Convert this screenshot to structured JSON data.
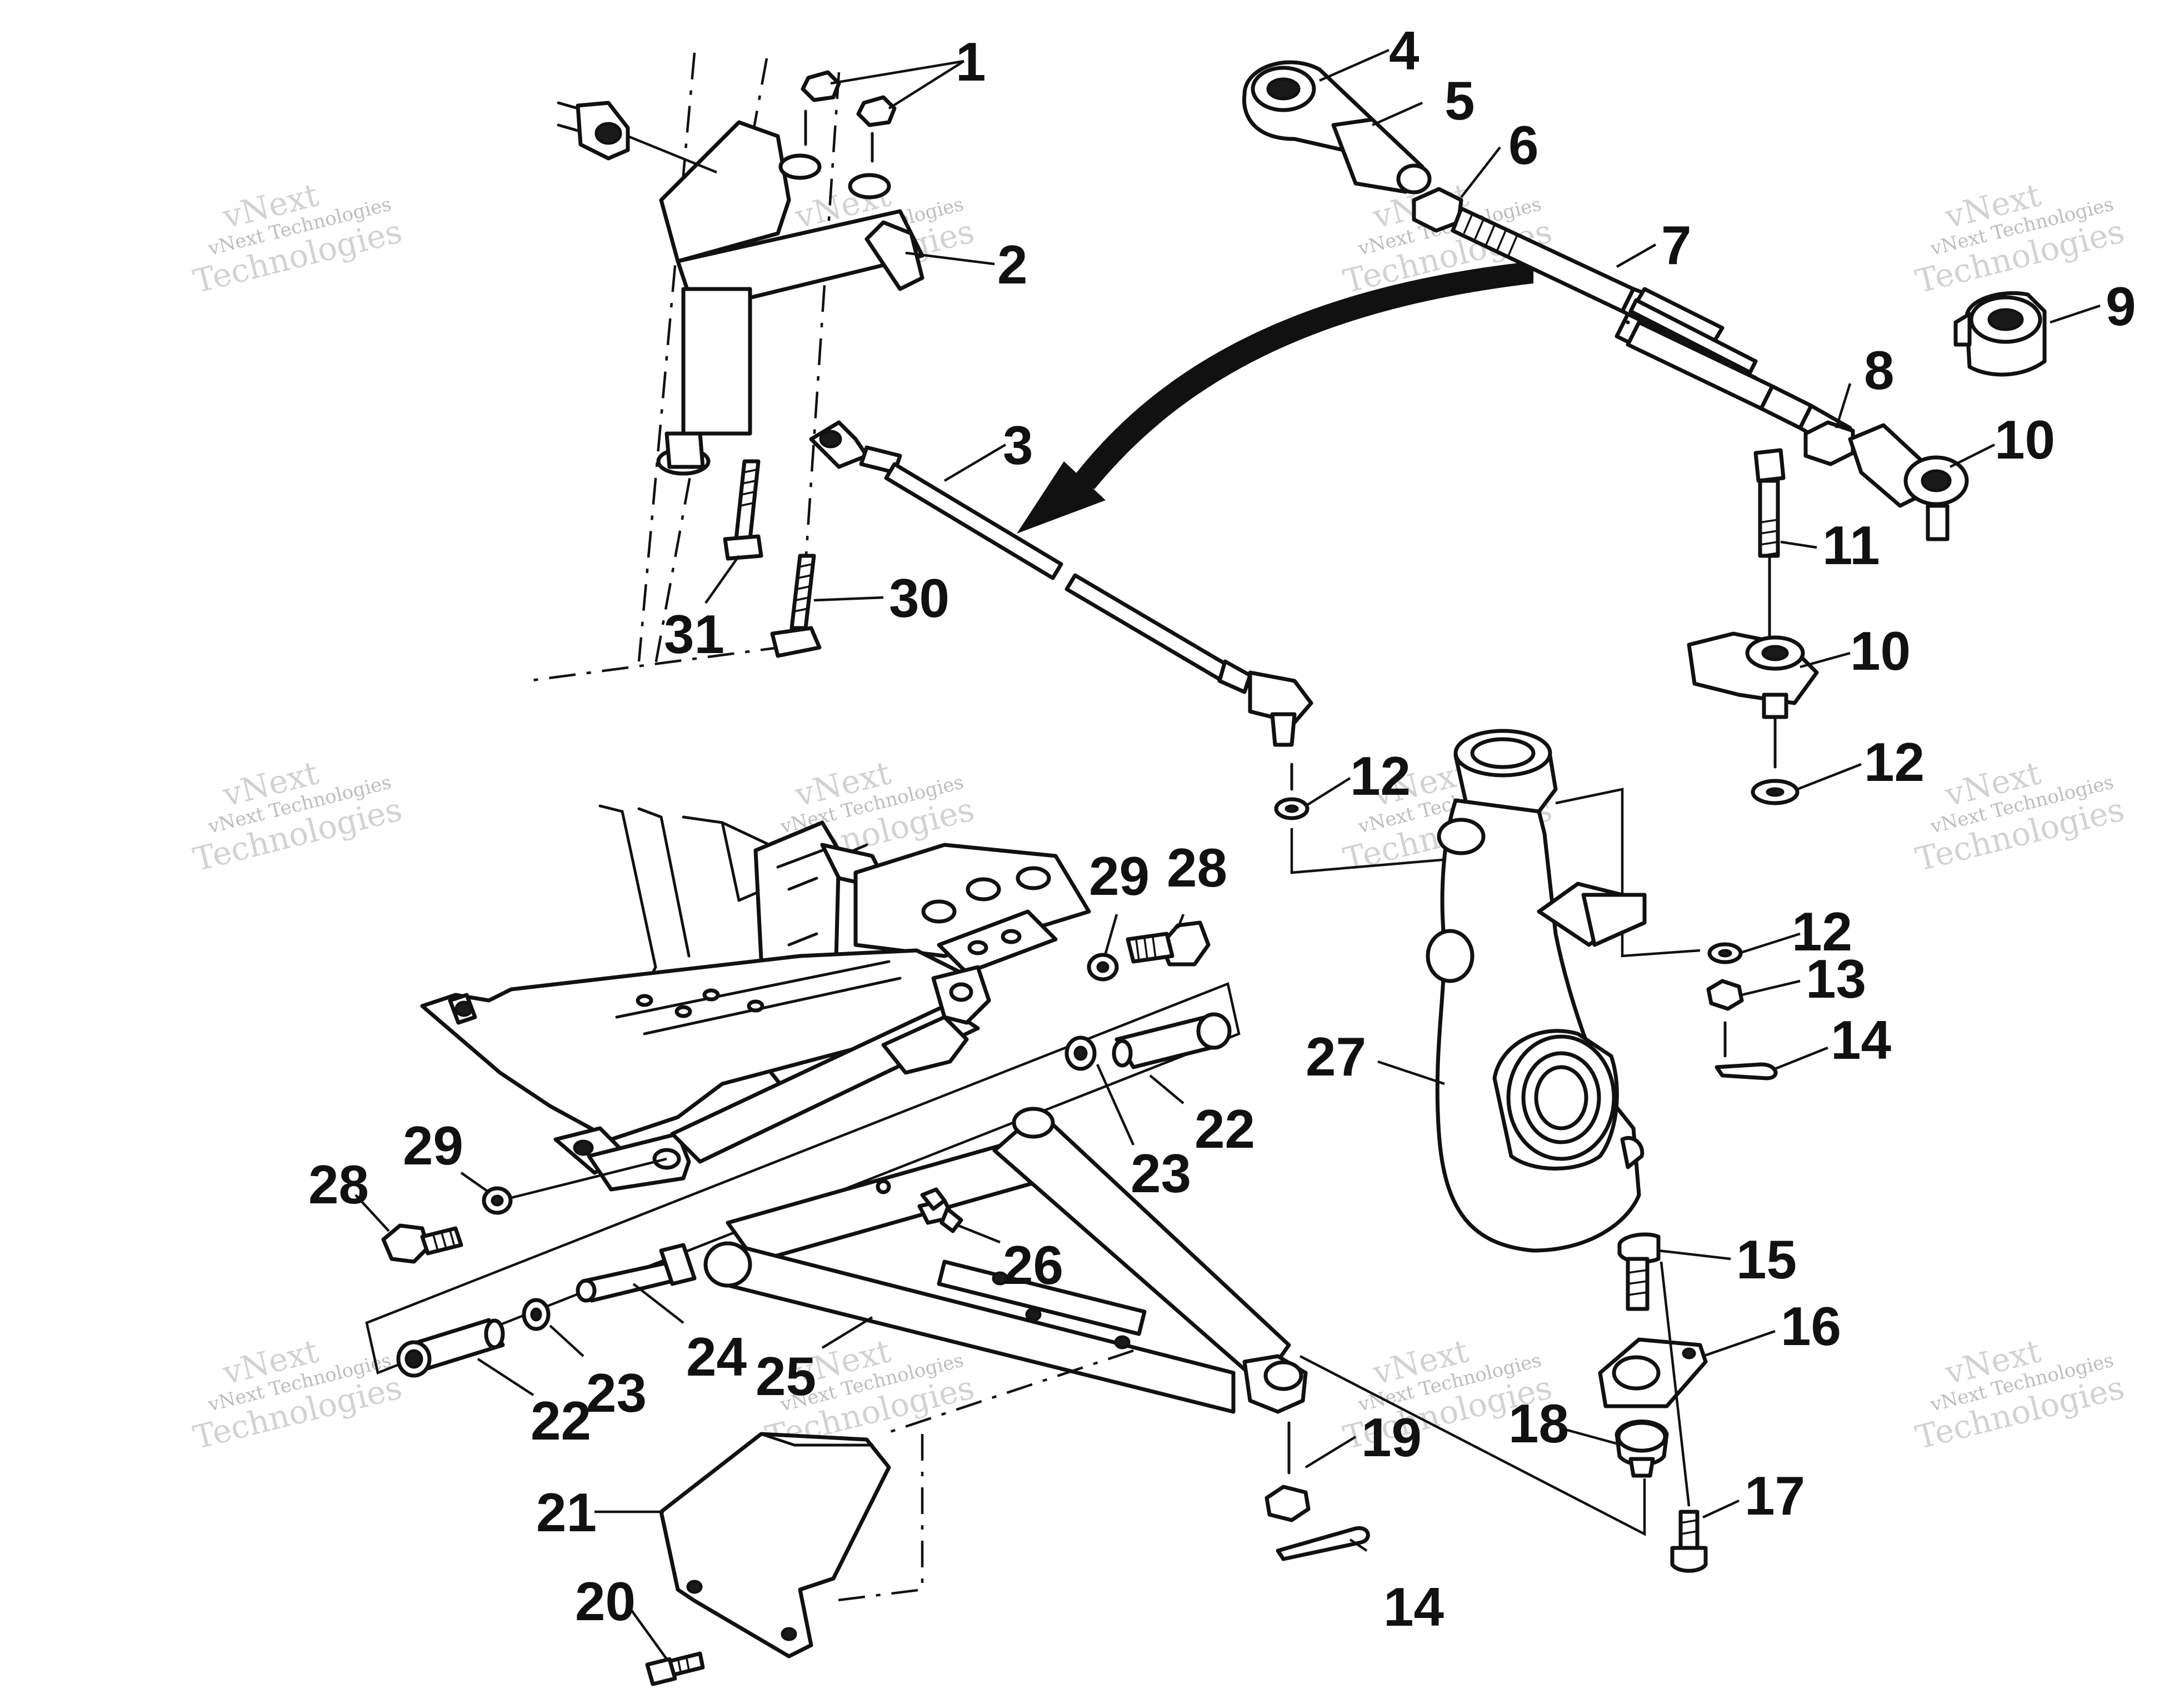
{
  "callouts": [
    {
      "id": "c1",
      "text": "1"
    },
    {
      "id": "c2",
      "text": "2"
    },
    {
      "id": "c3",
      "text": "3"
    },
    {
      "id": "c4",
      "text": "4"
    },
    {
      "id": "c5",
      "text": "5"
    },
    {
      "id": "c6",
      "text": "6"
    },
    {
      "id": "c7",
      "text": "7"
    },
    {
      "id": "c8",
      "text": "8"
    },
    {
      "id": "c9",
      "text": "9"
    },
    {
      "id": "c10a",
      "text": "10"
    },
    {
      "id": "c10b",
      "text": "10"
    },
    {
      "id": "c11",
      "text": "11"
    },
    {
      "id": "c12a",
      "text": "12"
    },
    {
      "id": "c12b",
      "text": "12"
    },
    {
      "id": "c12c",
      "text": "12"
    },
    {
      "id": "c13",
      "text": "13"
    },
    {
      "id": "c14a",
      "text": "14"
    },
    {
      "id": "c14b",
      "text": "14"
    },
    {
      "id": "c15",
      "text": "15"
    },
    {
      "id": "c16",
      "text": "16"
    },
    {
      "id": "c17",
      "text": "17"
    },
    {
      "id": "c18",
      "text": "18"
    },
    {
      "id": "c19",
      "text": "19"
    },
    {
      "id": "c20",
      "text": "20"
    },
    {
      "id": "c21",
      "text": "21"
    },
    {
      "id": "c22a",
      "text": "22"
    },
    {
      "id": "c22b",
      "text": "22"
    },
    {
      "id": "c23a",
      "text": "23"
    },
    {
      "id": "c23b",
      "text": "23"
    },
    {
      "id": "c24",
      "text": "24"
    },
    {
      "id": "c25",
      "text": "25"
    },
    {
      "id": "c26",
      "text": "26"
    },
    {
      "id": "c27",
      "text": "27"
    },
    {
      "id": "c28a",
      "text": "28"
    },
    {
      "id": "c28b",
      "text": "28"
    },
    {
      "id": "c29a",
      "text": "29"
    },
    {
      "id": "c29b",
      "text": "29"
    },
    {
      "id": "c30",
      "text": "30"
    },
    {
      "id": "c31",
      "text": "31"
    }
  ],
  "watermark": {
    "line1": "vNext",
    "line2": "vNext Technologies",
    "line3": "Technologies"
  }
}
